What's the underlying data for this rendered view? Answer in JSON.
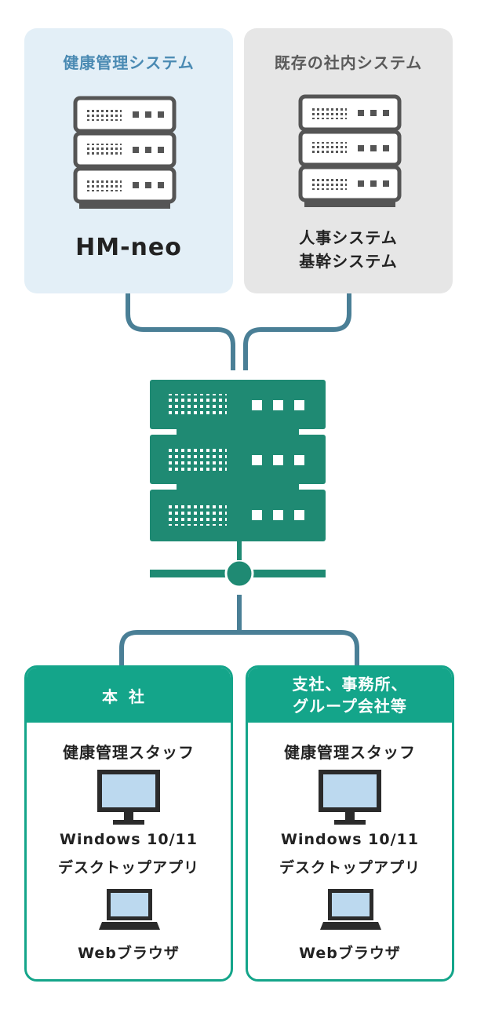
{
  "health_system": {
    "title": "健康管理システム",
    "server_name": "HM-neo"
  },
  "existing_system": {
    "title": "既存の社内システム",
    "line1": "人事システム",
    "line2": "基幹システム"
  },
  "head_office": {
    "title": "本社",
    "staff": "健康管理スタッフ",
    "app_line1": "Windows 10/11",
    "app_line2": "デスクトップアプリ",
    "web": "Webブラウザ"
  },
  "branch_office": {
    "title_line1": "支社、事務所、",
    "title_line2": "グループ会社等",
    "staff": "健康管理スタッフ",
    "app_line1": "Windows 10/11",
    "app_line2": "デスクトップアプリ",
    "web": "Webブラウザ"
  },
  "colors": {
    "health_bg": "#e3eff7",
    "existing_bg": "#e6e6e6",
    "central_server": "#1f8a73",
    "connector": "#4a7f96",
    "office_accent": "#14a58a"
  }
}
